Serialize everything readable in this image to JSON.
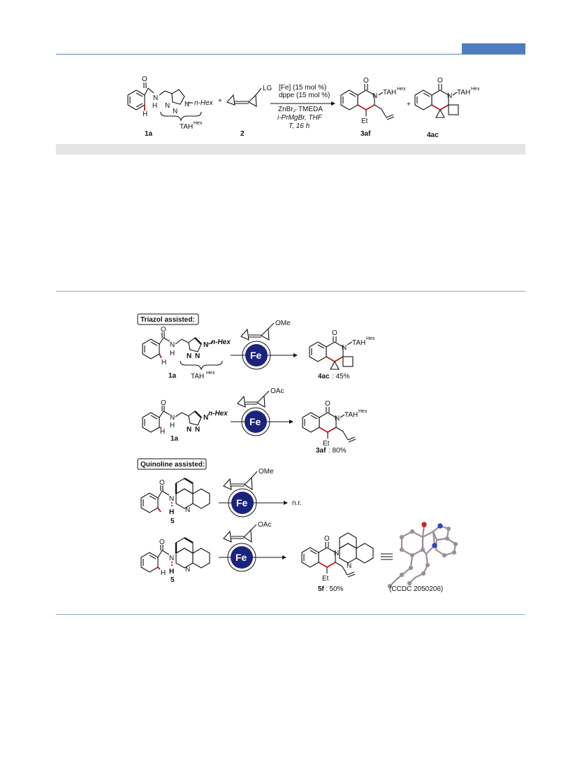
{
  "scheme1": {
    "reactant1": {
      "nh": "N",
      "h": "H",
      "o": "O",
      "hex": "n-Hex",
      "n1": "N",
      "n2": "N",
      "n3": "N",
      "tah": "TAH",
      "tah_sup": "Hex",
      "label": "1a"
    },
    "plus1": "+",
    "reactant2": {
      "lg": "LG",
      "label": "2"
    },
    "conditions": [
      "[Fe] (15 mol %)",
      "dppe (15 mol %)",
      "ZnBr₂·TMEDA",
      "i-PrMgBr, THF",
      "T, 16 h"
    ],
    "product1": {
      "o": "O",
      "n": "N",
      "tah": "TAH",
      "tah_sup": "Hex",
      "et": "Et",
      "label": "3af"
    },
    "plus2": "+",
    "product2": {
      "o": "O",
      "n": "N",
      "tah": "TAH",
      "tah_sup": "Hex",
      "label": "4ac"
    }
  },
  "scheme2": {
    "triazol_header": "Triazol assisted:",
    "quinoline_header": "Quinoline assisted:",
    "fe": "Fe",
    "row1": {
      "reagent": "OMe",
      "sm_label": "1a",
      "hex": "n-Hex",
      "tah": "TAH",
      "tah_sup": "Hex",
      "product": "4ac",
      "yield": ": 45%"
    },
    "row2": {
      "reagent": "OAc",
      "sm_label": "1a",
      "hex": "n-Hex",
      "product": "3af",
      "yield": ": 80%",
      "et": "Et",
      "tah": "TAH",
      "tah_sup": "Hex"
    },
    "row3": {
      "reagent": "OMe",
      "sm_label": "5",
      "result": "n.r."
    },
    "row4": {
      "reagent": "OAc",
      "sm_label": "5",
      "product": "5f",
      "yield": ": 50%",
      "et": "Et",
      "ccdc": "(CCDC 2050206)"
    },
    "atoms": {
      "o": "O",
      "n": "N",
      "h": "H"
    }
  }
}
